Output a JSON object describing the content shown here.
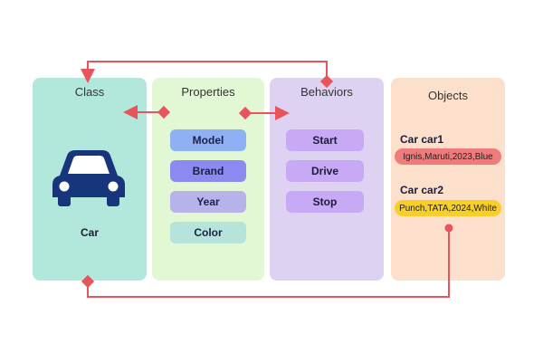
{
  "colors": {
    "connector": "#e8545b",
    "class_panel": "#b2e8db",
    "properties_panel": "#e2f7d4",
    "behaviors_panel": "#ddd2f1",
    "objects_panel": "#fde0cc",
    "car_icon": "#17357a"
  },
  "class_panel": {
    "title": "Class",
    "icon": "car-icon",
    "label": "Car"
  },
  "properties_panel": {
    "title": "Properties",
    "items": [
      {
        "label": "Model",
        "color": "#8fb1f4"
      },
      {
        "label": "Brand",
        "color": "#8c89f0"
      },
      {
        "label": "Year",
        "color": "#b7b3ea"
      },
      {
        "label": "Color",
        "color": "#b6e3da"
      }
    ]
  },
  "behaviors_panel": {
    "title": "Behaviors",
    "items": [
      {
        "label": "Start"
      },
      {
        "label": "Drive"
      },
      {
        "label": "Stop"
      }
    ]
  },
  "objects_panel": {
    "title": "Objects",
    "objects": [
      {
        "name": "Car car1",
        "values": "Ignis,Maruti,2023,Blue",
        "color": "#f07b7b"
      },
      {
        "name": "Car car2",
        "values": "Punch,TATA,2024,White",
        "color": "#f7cf28"
      }
    ]
  }
}
